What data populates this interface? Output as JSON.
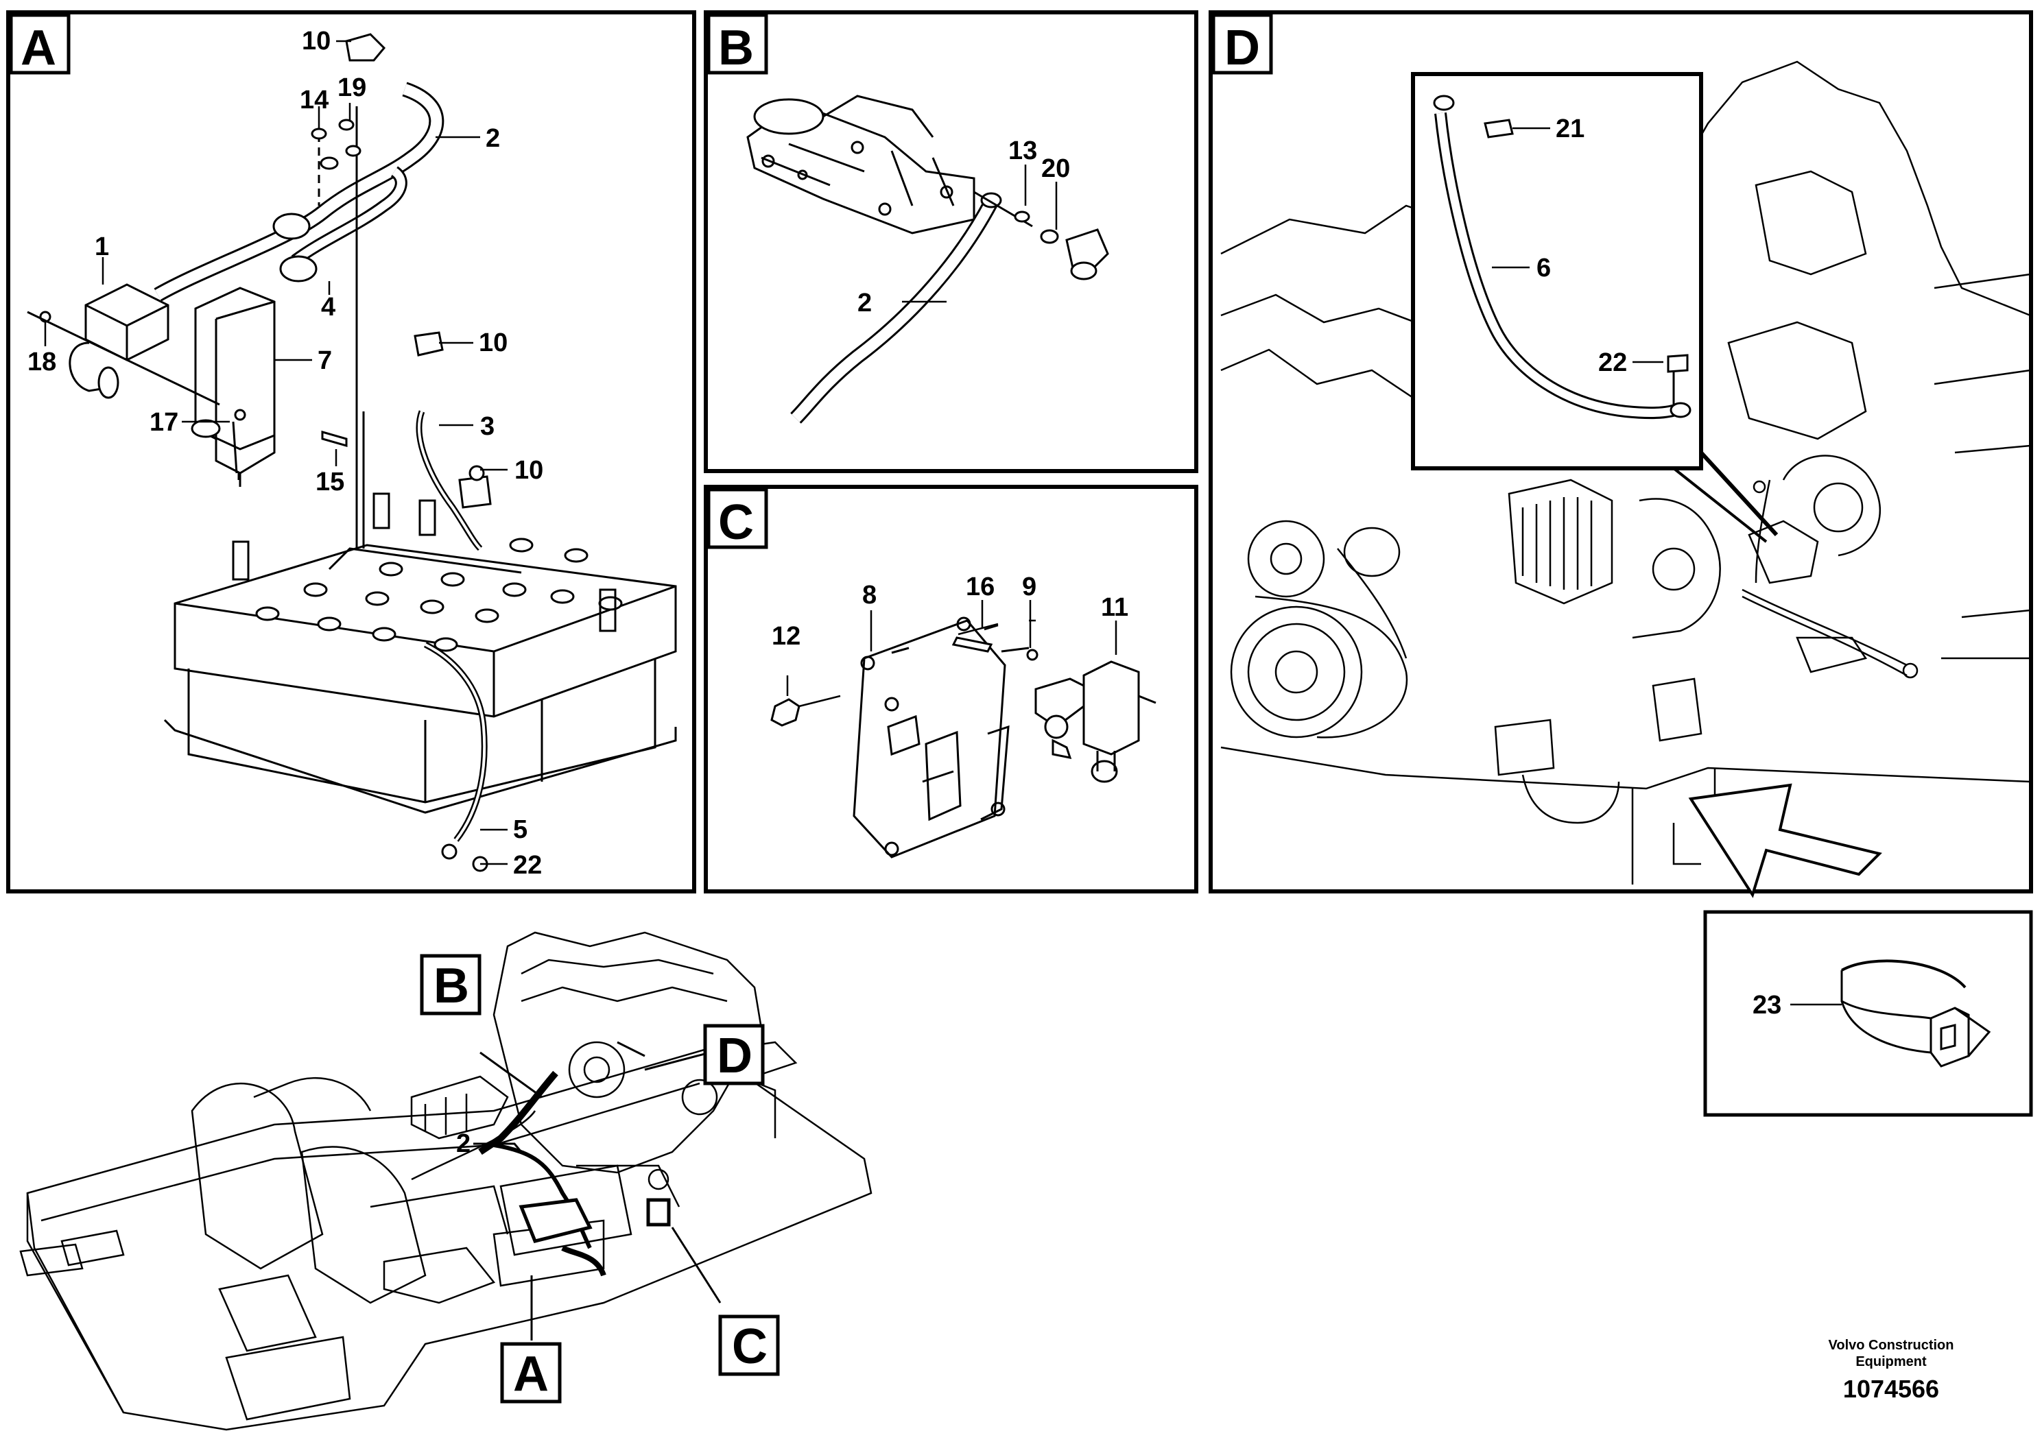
{
  "panels": {
    "A": {
      "letter": "A"
    },
    "B": {
      "letter": "B"
    },
    "C": {
      "letter": "C"
    },
    "D": {
      "letter": "D"
    }
  },
  "callouts": {
    "a_10_top": "10",
    "a_14": "14",
    "a_19": "19",
    "a_2": "2",
    "a_1": "1",
    "a_4": "4",
    "a_18": "18",
    "a_7": "7",
    "a_17": "17",
    "a_15": "15",
    "a_10_mid": "10",
    "a_3": "3",
    "a_10_low": "10",
    "a_5": "5",
    "a_22": "22",
    "b_13": "13",
    "b_20": "20",
    "b_2": "2",
    "c_16": "16",
    "c_8": "8",
    "c_9": "9",
    "c_11": "11",
    "c_12": "12",
    "d_21": "21",
    "d_6": "6",
    "d_22": "22",
    "e_23": "23",
    "ov_2": "2"
  },
  "overview": {
    "B": "B",
    "D": "D",
    "C": "C",
    "A": "A"
  },
  "footer": {
    "brand_line1": "Volvo Construction",
    "brand_line2": "Equipment",
    "doc_number": "1074566"
  }
}
